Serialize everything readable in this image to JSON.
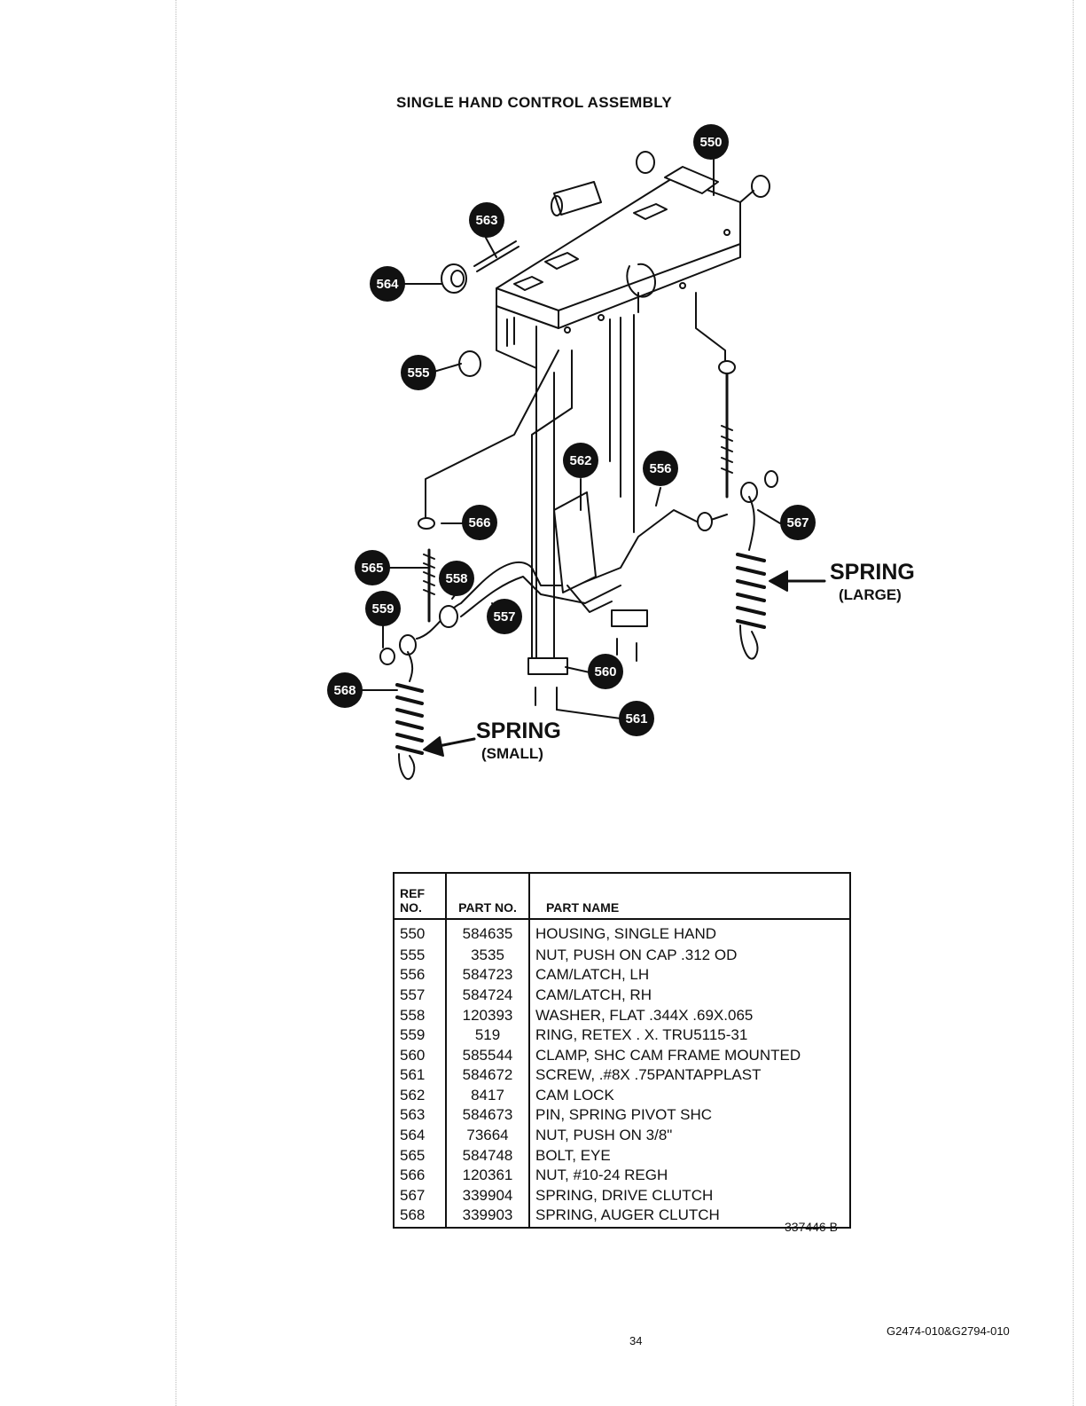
{
  "title": "SINGLE HAND CONTROL ASSEMBLY",
  "callouts": [
    "550",
    "563",
    "564",
    "555",
    "562",
    "556",
    "566",
    "567",
    "565",
    "558",
    "559",
    "557",
    "560",
    "568",
    "561"
  ],
  "spring_large": {
    "label": "SPRING",
    "size": "(LARGE)"
  },
  "spring_small": {
    "label": "SPRING",
    "size": "(SMALL)"
  },
  "table": {
    "headers": {
      "ref": "REF NO.",
      "part_no": "PART NO.",
      "part_name": "PART NAME"
    },
    "rows": [
      {
        "ref": "550",
        "part_no": "584635",
        "name": "HOUSING, SINGLE HAND"
      },
      {
        "ref": "555",
        "part_no": "3535",
        "name": "NUT, PUSH ON CAP .312 OD"
      },
      {
        "ref": "556",
        "part_no": "584723",
        "name": "CAM/LATCH, LH"
      },
      {
        "ref": "557",
        "part_no": "584724",
        "name": "CAM/LATCH, RH"
      },
      {
        "ref": "558",
        "part_no": "120393",
        "name": "WASHER, FLAT .344X .69X.065"
      },
      {
        "ref": "559",
        "part_no": "519",
        "name": "RING, RETEX . X. TRU5115-31"
      },
      {
        "ref": "560",
        "part_no": "585544",
        "name": "CLAMP, SHC CAM FRAME MOUNTED"
      },
      {
        "ref": "561",
        "part_no": "584672",
        "name": "SCREW, .#8X .75PANTAPPLAST"
      },
      {
        "ref": "562",
        "part_no": "8417",
        "name": "CAM LOCK"
      },
      {
        "ref": "563",
        "part_no": "584673",
        "name": "PIN, SPRING PIVOT SHC"
      },
      {
        "ref": "564",
        "part_no": "73664",
        "name": "NUT, PUSH ON 3/8\""
      },
      {
        "ref": "565",
        "part_no": "584748",
        "name": "BOLT, EYE"
      },
      {
        "ref": "566",
        "part_no": "120361",
        "name": "NUT, #10-24 REGH"
      },
      {
        "ref": "567",
        "part_no": "339904",
        "name": "SPRING, DRIVE CLUTCH"
      },
      {
        "ref": "568",
        "part_no": "339903",
        "name": "SPRING, AUGER CLUTCH"
      }
    ]
  },
  "doc_ref": "337446 B",
  "page_number": "34",
  "model_code": "G2474-010&G2794-010"
}
